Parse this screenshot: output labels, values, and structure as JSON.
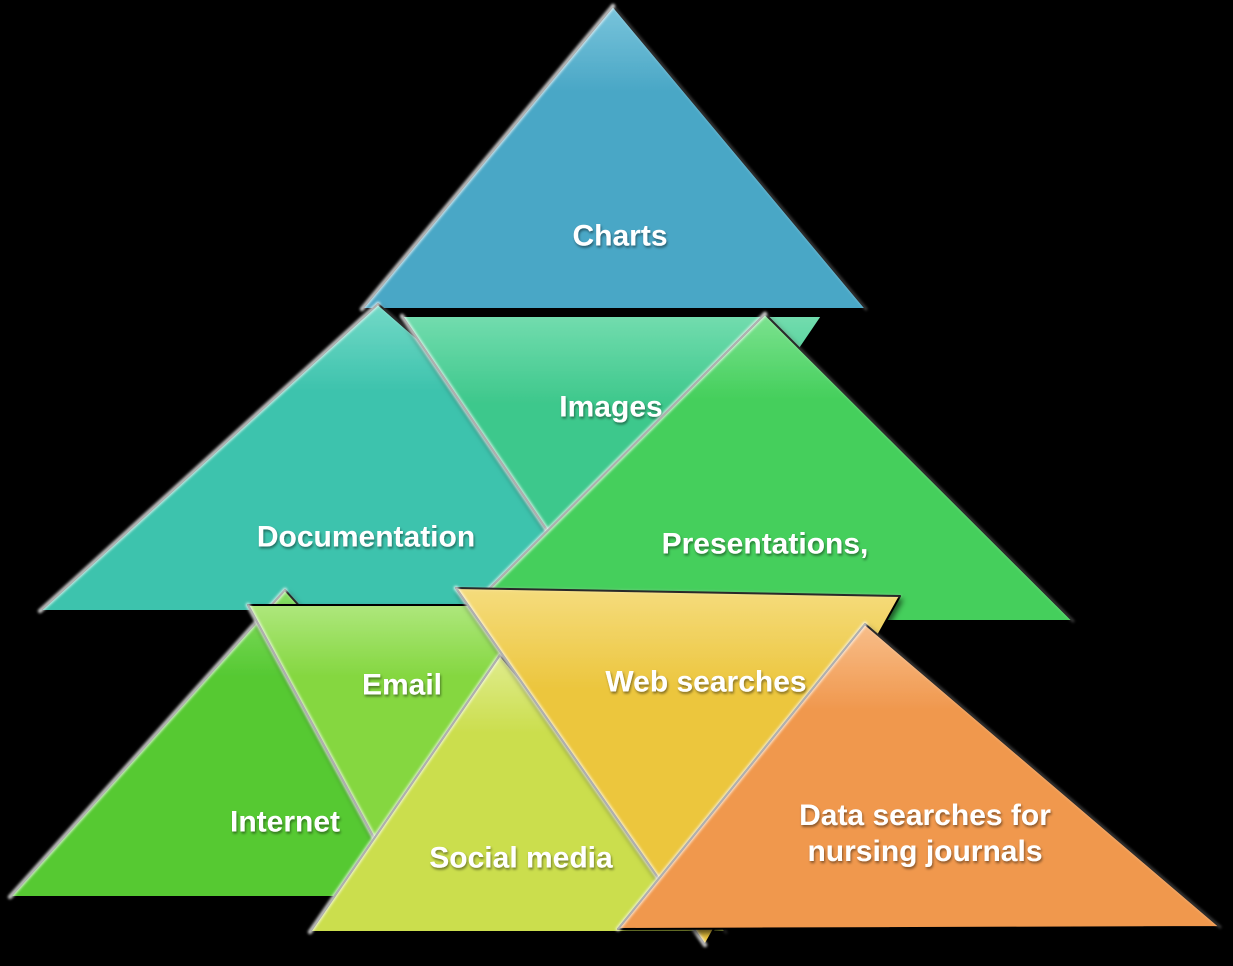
{
  "diagram": {
    "background": "#000000",
    "label_color": "#FFFFFF",
    "items": [
      {
        "id": "charts",
        "label": "Charts",
        "direction": "up",
        "color": "#4AA7C6",
        "color_light": "#79C4DB"
      },
      {
        "id": "documentation",
        "label": "Documentation",
        "direction": "up",
        "color": "#3EC3AD",
        "color_light": "#73D9C7"
      },
      {
        "id": "images",
        "label": "Images",
        "direction": "down",
        "color": "#3EC88C",
        "color_light": "#72DCAE"
      },
      {
        "id": "presentations",
        "label": "Presentations,",
        "direction": "up",
        "color": "#44CF5B",
        "color_light": "#7CE290"
      },
      {
        "id": "internet",
        "label": "Internet",
        "direction": "up",
        "color": "#56C933",
        "color_light": "#88DE65"
      },
      {
        "id": "email",
        "label": "Email",
        "direction": "down",
        "color": "#85D741",
        "color_light": "#AEE77C"
      },
      {
        "id": "social_media",
        "label": "Social media",
        "direction": "up",
        "color": "#CBDE4E",
        "color_light": "#E0EC8E"
      },
      {
        "id": "web_searches",
        "label": "Web searches",
        "direction": "down",
        "color": "#ECC63E",
        "color_light": "#F5DC7D"
      },
      {
        "id": "data_searches",
        "label": "Data searches for\nnursing journals",
        "direction": "up",
        "color": "#F0984E",
        "color_light": "#F8BE8A"
      }
    ]
  }
}
